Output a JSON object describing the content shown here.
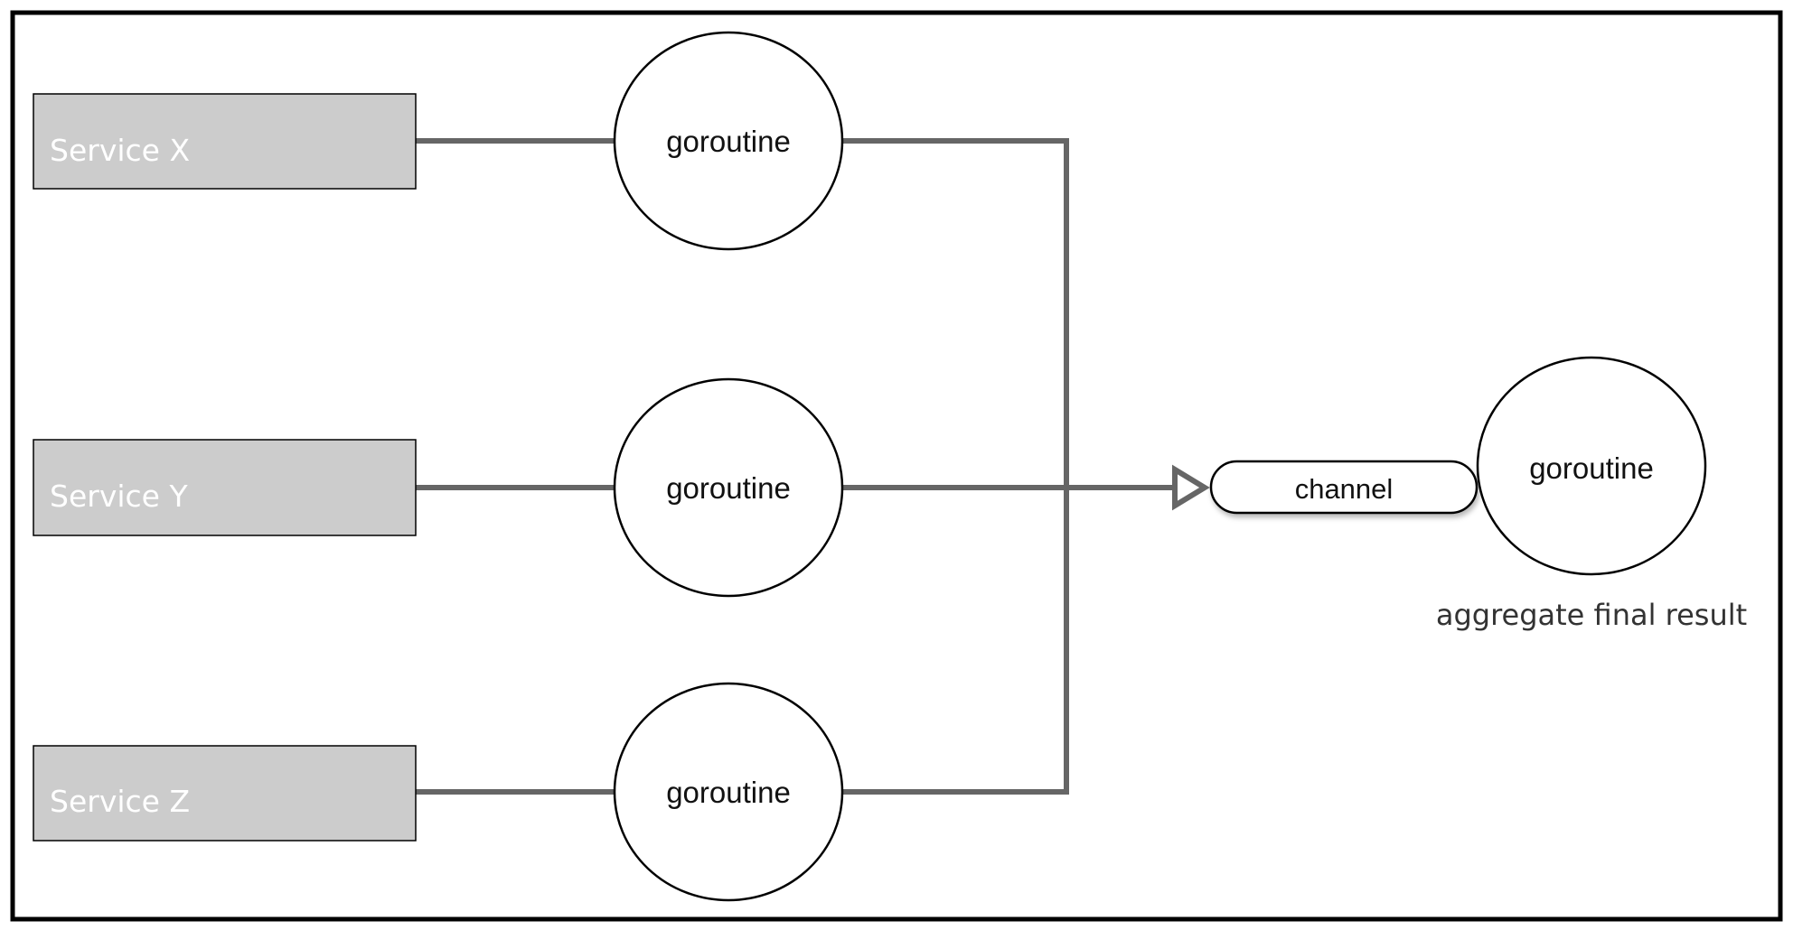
{
  "services": [
    {
      "label": "Service X"
    },
    {
      "label": "Service Y"
    },
    {
      "label": "Service Z"
    }
  ],
  "workers": [
    {
      "label": "goroutine"
    },
    {
      "label": "goroutine"
    },
    {
      "label": "goroutine"
    }
  ],
  "channel": {
    "label": "channel"
  },
  "aggregator": {
    "label": "goroutine",
    "caption": "aggregate final result"
  },
  "colors": {
    "service_fill": "#cccccc",
    "service_text": "#ffffff",
    "connector": "#666666",
    "frame": "#000000"
  }
}
